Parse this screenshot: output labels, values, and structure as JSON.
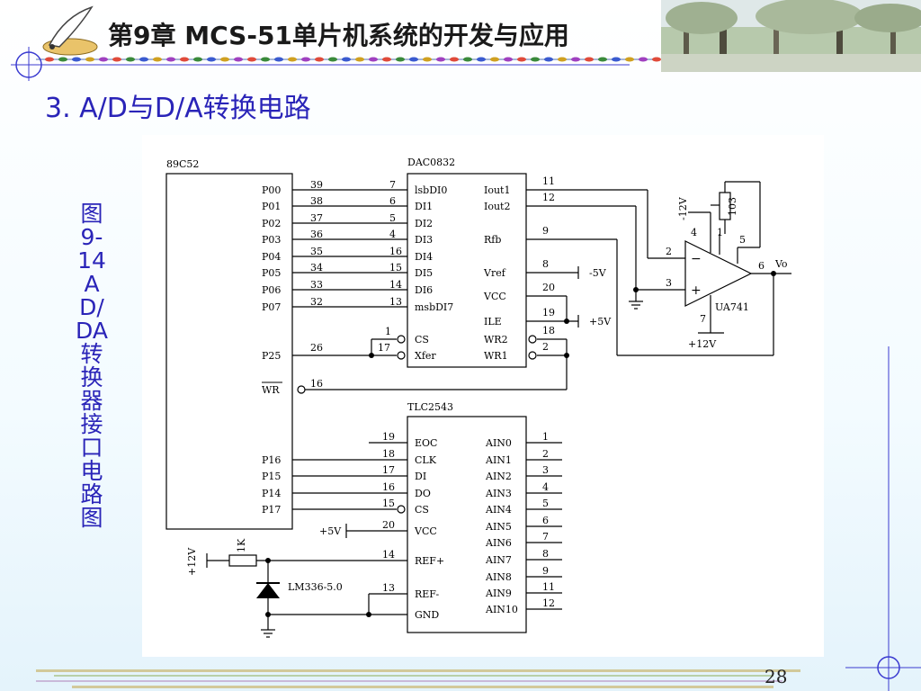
{
  "header": {
    "title": "第9章  MCS-51单片机系统的开发与应用"
  },
  "slide": {
    "heading": "3. A/D与D/A转换电路",
    "caption": "图9-14AD/DA转换器接口电路图",
    "page_number": "28"
  },
  "diagram": {
    "mcu": {
      "name": "89C52",
      "pins": [
        {
          "label": "P00",
          "num": "39"
        },
        {
          "label": "P01",
          "num": "38"
        },
        {
          "label": "P02",
          "num": "37"
        },
        {
          "label": "P03",
          "num": "36"
        },
        {
          "label": "P04",
          "num": "35"
        },
        {
          "label": "P05",
          "num": "34"
        },
        {
          "label": "P06",
          "num": "33"
        },
        {
          "label": "P07",
          "num": "32"
        }
      ],
      "p25": {
        "label": "P25",
        "num": "26"
      },
      "wr": {
        "label": "WR",
        "num": "16"
      },
      "adc_pins": [
        {
          "label": "P16"
        },
        {
          "label": "P15"
        },
        {
          "label": "P14"
        },
        {
          "label": "P17"
        }
      ]
    },
    "dac": {
      "name": "DAC0832",
      "inputs": [
        {
          "label": "lsbDI0",
          "num": "7"
        },
        {
          "label": "DI1",
          "num": "6"
        },
        {
          "label": "DI2",
          "num": "5"
        },
        {
          "label": "DI3",
          "num": "4"
        },
        {
          "label": "DI4",
          "num": "16"
        },
        {
          "label": "DI5",
          "num": "15"
        },
        {
          "label": "DI6",
          "num": "14"
        },
        {
          "label": "msbDI7",
          "num": "13"
        }
      ],
      "cs": {
        "label": "CS",
        "num": "1"
      },
      "xfer": {
        "label": "Xfer",
        "num": "17"
      },
      "right": [
        {
          "label": "Iout1",
          "num": "11"
        },
        {
          "label": "Iout2",
          "num": "12"
        },
        {
          "label": "Rfb",
          "num": "9"
        },
        {
          "label": "Vref",
          "num": "8"
        },
        {
          "label": "VCC",
          "num": "20"
        },
        {
          "label": "ILE",
          "num": "19"
        },
        {
          "label": "WR2",
          "num": "18"
        },
        {
          "label": "WR1",
          "num": "2"
        }
      ],
      "vref_supply": "-5V",
      "vcc_supply": "+5V"
    },
    "opamp": {
      "name": "UA741",
      "pin2": "2",
      "pin3": "3",
      "pin4": "4",
      "pin6": "6",
      "pin7": "7",
      "pin1": "1",
      "pin5": "5",
      "neg_supply": "-12V",
      "pos_supply": "+12V",
      "pot": "103",
      "output": "Vo",
      "minus": "−",
      "plus": "+"
    },
    "adc": {
      "name": "TLC2543",
      "left": [
        {
          "label": "EOC",
          "num": "19"
        },
        {
          "label": "CLK",
          "num": "18"
        },
        {
          "label": "DI",
          "num": "17"
        },
        {
          "label": "DO",
          "num": "16"
        },
        {
          "label": "CS",
          "num": "15"
        },
        {
          "label": "VCC",
          "num": "20"
        },
        {
          "label": "REF+",
          "num": "14"
        },
        {
          "label": "REF-",
          "num": "13"
        },
        {
          "label": "GND",
          "num": ""
        }
      ],
      "right": [
        {
          "label": "AIN0",
          "num": "1"
        },
        {
          "label": "AIN1",
          "num": "2"
        },
        {
          "label": "AIN2",
          "num": "3"
        },
        {
          "label": "AIN3",
          "num": "4"
        },
        {
          "label": "AIN4",
          "num": "5"
        },
        {
          "label": "AIN5",
          "num": "6"
        },
        {
          "label": "AIN6",
          "num": "7"
        },
        {
          "label": "AIN7",
          "num": "8"
        },
        {
          "label": "AIN8",
          "num": "9"
        },
        {
          "label": "AIN9",
          "num": "11"
        },
        {
          "label": "AIN10",
          "num": "12"
        }
      ],
      "vcc_supply": "+5V"
    },
    "ref": {
      "supply": "+12V",
      "resistor": "1K",
      "diode": "LM336-5.0"
    }
  }
}
